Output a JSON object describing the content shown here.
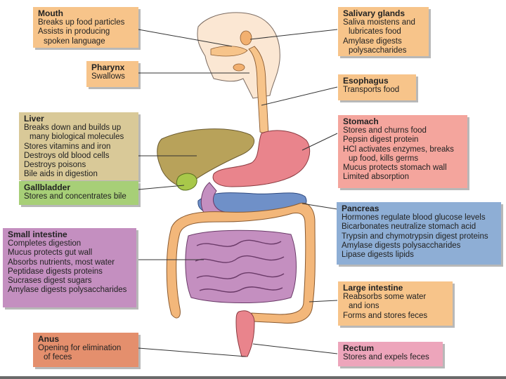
{
  "colors": {
    "mouth": "#f7c48a",
    "salivary": "#f7c48a",
    "pharynx": "#f7c48a",
    "esophagus": "#f7c48a",
    "liver": "#d9c998",
    "gallbladder": "#a7cf77",
    "stomach": "#f4a59d",
    "pancreas": "#8eaed5",
    "small_intestine": "#c48fc0",
    "large_intestine": "#f7c48a",
    "anus": "#e48f6d",
    "rectum": "#eda5bb"
  },
  "boxes": {
    "mouth": {
      "title": "Mouth",
      "lines": [
        "Breaks up food particles",
        "Assists in producing",
        "spoken language"
      ]
    },
    "salivary_glands": {
      "title": "Salivary glands",
      "lines": [
        "Saliva moistens and",
        "lubricates food",
        "Amylase digests",
        "polysaccharides"
      ]
    },
    "pharynx": {
      "title": "Pharynx",
      "lines": [
        "Swallows"
      ]
    },
    "esophagus": {
      "title": "Esophagus",
      "lines": [
        "Transports food"
      ]
    },
    "liver": {
      "title": "Liver",
      "lines": [
        "Breaks down and builds up",
        "many biological molecules",
        "Stores vitamins and iron",
        "Destroys old blood cells",
        "Destroys poisons",
        "Bile aids in digestion"
      ]
    },
    "gallbladder": {
      "title": "Gallbladder",
      "lines": [
        "Stores and concentrates bile"
      ]
    },
    "stomach": {
      "title": "Stomach",
      "lines": [
        "Stores and churns food",
        "Pepsin digest protein",
        "HCl activates enzymes, breaks",
        "up food, kills germs",
        "Mucus protects stomach wall",
        "Limited absorption"
      ]
    },
    "pancreas": {
      "title": "Pancreas",
      "lines": [
        "Hormones regulate blood glucose levels",
        "Bicarbonates neutralize stomach acid",
        "Trypsin and chymotrypsin digest proteins",
        "Amylase digests polysaccharides",
        "Lipase digests lipids"
      ]
    },
    "small_intestine": {
      "title": "Small intestine",
      "lines": [
        "Completes digestion",
        "Mucus protects gut wall",
        "Absorbs nutrients, most water",
        "Peptidase digests proteins",
        "Sucrases digest sugars",
        "Amylase digests polysaccharides"
      ]
    },
    "large_intestine": {
      "title": "Large intestine",
      "lines": [
        "Reabsorbs some water",
        "and ions",
        "Forms and stores feces"
      ]
    },
    "anus": {
      "title": "Anus",
      "lines": [
        "Opening for elimination",
        "of feces"
      ]
    },
    "rectum": {
      "title": "Rectum",
      "lines": [
        "Stores and expels feces"
      ]
    }
  }
}
